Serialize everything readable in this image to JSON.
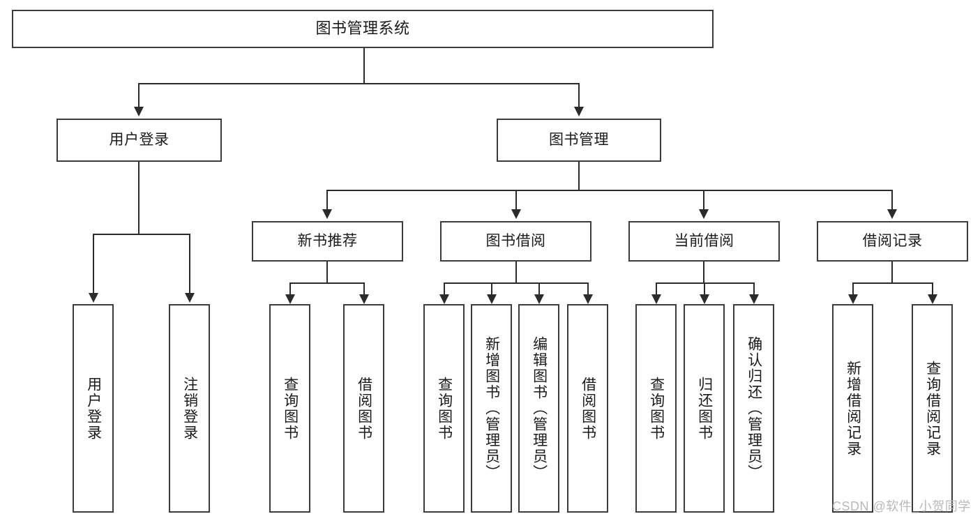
{
  "diagram": {
    "title": "图书管理系统",
    "type": "tree",
    "root": {
      "label": "图书管理系统"
    },
    "level2": [
      {
        "id": "user-login",
        "label": "用户登录"
      },
      {
        "id": "book-manage",
        "label": "图书管理"
      }
    ],
    "level3": [
      {
        "id": "new-book-recommend",
        "label": "新书推荐"
      },
      {
        "id": "book-borrow",
        "label": "图书借阅"
      },
      {
        "id": "current-borrow",
        "label": "当前借阅"
      },
      {
        "id": "borrow-record",
        "label": "借阅记录"
      }
    ],
    "leaves": {
      "user_login": [
        {
          "id": "leaf-user-login",
          "label": "用户登录"
        },
        {
          "id": "leaf-logout-login",
          "label": "注销登录"
        }
      ],
      "new_book_recommend": [
        {
          "id": "leaf-query-book-1",
          "label": "查询图书"
        },
        {
          "id": "leaf-borrow-book-1",
          "label": "借阅图书"
        }
      ],
      "book_borrow": [
        {
          "id": "leaf-query-book-2",
          "label": "查询图书"
        },
        {
          "id": "leaf-add-book",
          "label": "新增图书（管理员）"
        },
        {
          "id": "leaf-edit-book",
          "label": "编辑图书（管理员）"
        },
        {
          "id": "leaf-borrow-book-2",
          "label": "借阅图书"
        }
      ],
      "current_borrow": [
        {
          "id": "leaf-query-book-3",
          "label": "查询图书"
        },
        {
          "id": "leaf-return-book",
          "label": "归还图书"
        },
        {
          "id": "leaf-confirm-return",
          "label": "确认归还（管理员）"
        }
      ],
      "borrow_record": [
        {
          "id": "leaf-add-record",
          "label": "新增借阅记录"
        },
        {
          "id": "leaf-query-record",
          "label": "查询借阅记录"
        }
      ]
    }
  },
  "watermark": {
    "text": "CSDN @软件_小贺同学"
  },
  "colors": {
    "border": "#3b3b3b",
    "line": "#2b2b2b",
    "text": "#1a1a1a",
    "background": "#ffffff",
    "watermark": "#b9b9b9"
  }
}
